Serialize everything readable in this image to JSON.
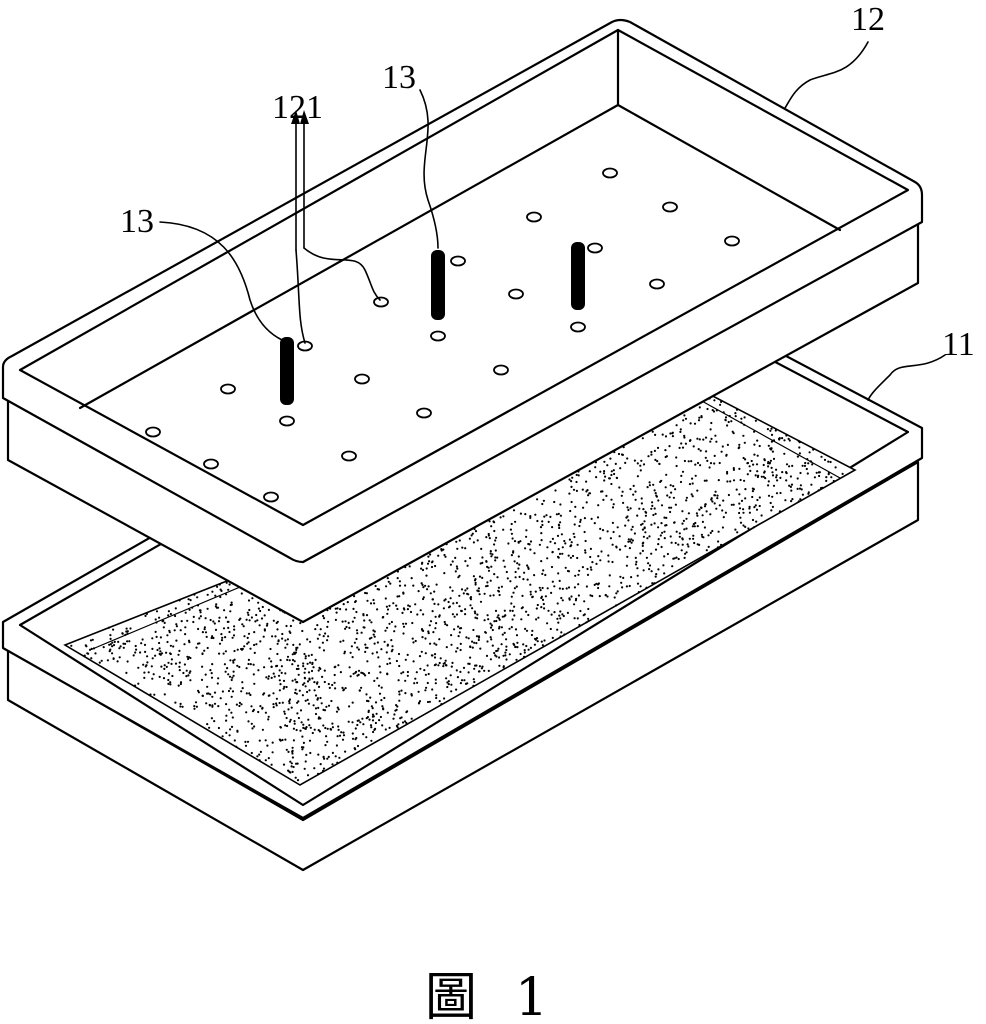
{
  "figure": {
    "caption_char": "圖",
    "caption_number": "1",
    "labels": {
      "upper_tray": "12",
      "lower_tray": "11",
      "holes": "121",
      "peg_top": "13",
      "peg_left": "13"
    }
  }
}
